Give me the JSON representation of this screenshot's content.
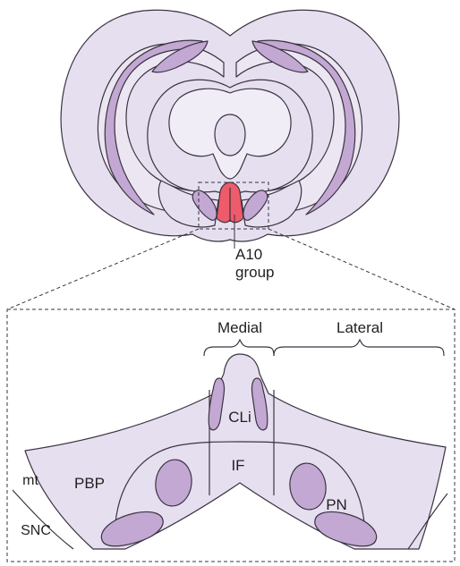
{
  "labels": {
    "a10_line1": "A10",
    "a10_line2": "group",
    "medial": "Medial",
    "lateral": "Lateral",
    "cli": "CLi",
    "if": "IF",
    "pbp": "PBP",
    "pn": "PN",
    "mt": "mt",
    "snc": "SNC"
  },
  "colors": {
    "tissue": "#e6dfef",
    "tissue_light": "#f1edf6",
    "nucleus": "#c2a8d3",
    "highlight": "#ee5b6a",
    "outline": "#3b3340"
  }
}
